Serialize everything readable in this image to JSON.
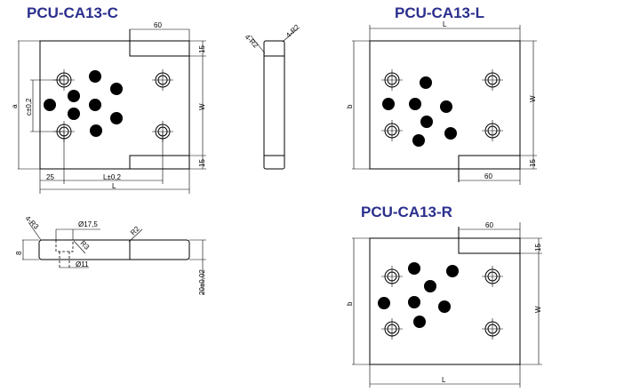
{
  "titles": {
    "c": "PCU-CA13-C",
    "l": "PCU-CA13-L",
    "r": "PCU-CA13-R"
  },
  "dims": {
    "d60": "60",
    "d15": "15",
    "a": "a",
    "c": "c±0,2",
    "W": "W",
    "d25": "25",
    "Lpm": "L±0,2",
    "L": "L",
    "b": "b",
    "r2x4": "4-R2",
    "r3x4": "4-R3",
    "phi175": "Ø17,5",
    "r3": "R3",
    "r2": "R2",
    "phi11": "Ø11",
    "d8": "8",
    "d20": "20±0,02"
  }
}
